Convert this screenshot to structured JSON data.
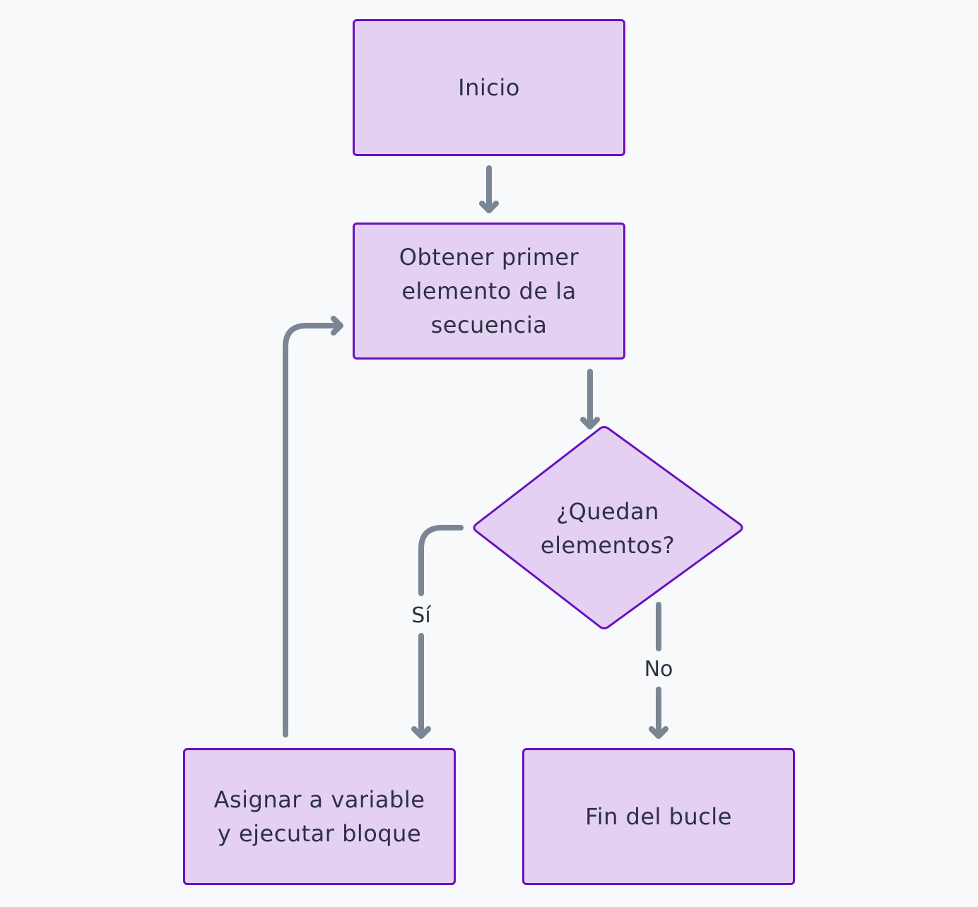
{
  "diagram": {
    "nodes": {
      "start": {
        "label": "Inicio"
      },
      "get_first": {
        "label": "Obtener primer elemento de la secuencia"
      },
      "decision": {
        "label": "¿Quedan elementos?"
      },
      "assign": {
        "label": "Asignar a variable y ejecutar bloque"
      },
      "end": {
        "label": "Fin del bucle"
      }
    },
    "edges": {
      "yes_label": "Sí",
      "no_label": "No"
    },
    "colors": {
      "node_fill": "#e3d0f3",
      "node_border": "#6a12bd",
      "edge": "#7a8694",
      "text": "#2d3142",
      "background": "#f8f9fb"
    }
  }
}
